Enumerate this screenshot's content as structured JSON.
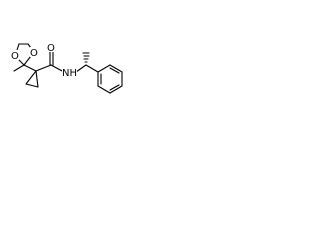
{
  "molecule": {
    "atoms": {
      "o_upper": "O",
      "o_lower": "O",
      "n_amide": "NH",
      "o_carbonyl": "O"
    },
    "bond_color": "#000000",
    "background": "#ffffff"
  }
}
